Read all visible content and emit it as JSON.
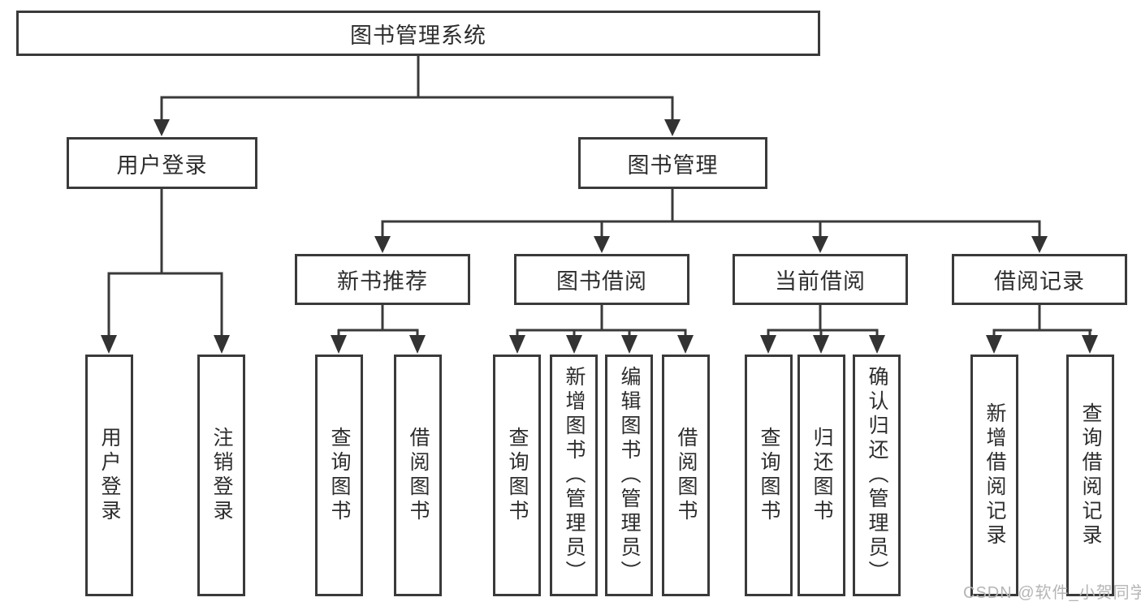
{
  "tree": {
    "root": "图书管理系统",
    "branches": [
      {
        "label": "用户登录",
        "children": [
          "用户登录",
          "注销登录"
        ]
      },
      {
        "label": "图书管理",
        "children": [
          {
            "label": "新书推荐",
            "children": [
              "查询图书",
              "借阅图书"
            ]
          },
          {
            "label": "图书借阅",
            "children": [
              "查询图书",
              "新增图书（管理员）",
              "编辑图书（管理员）",
              "借阅图书"
            ]
          },
          {
            "label": "当前借阅",
            "children": [
              "查询图书",
              "归还图书",
              "确认归还（管理员）"
            ]
          },
          {
            "label": "借阅记录",
            "children": [
              "新增借阅记录",
              "查询借阅记录"
            ]
          }
        ]
      }
    ]
  },
  "watermark": "CSDN @软件_小贺同学",
  "colors": {
    "line": "#3a3a3a",
    "arrow": "#333333",
    "text": "#2d2d2d",
    "background": "#ffffff",
    "watermark": "#b5b5b5"
  }
}
